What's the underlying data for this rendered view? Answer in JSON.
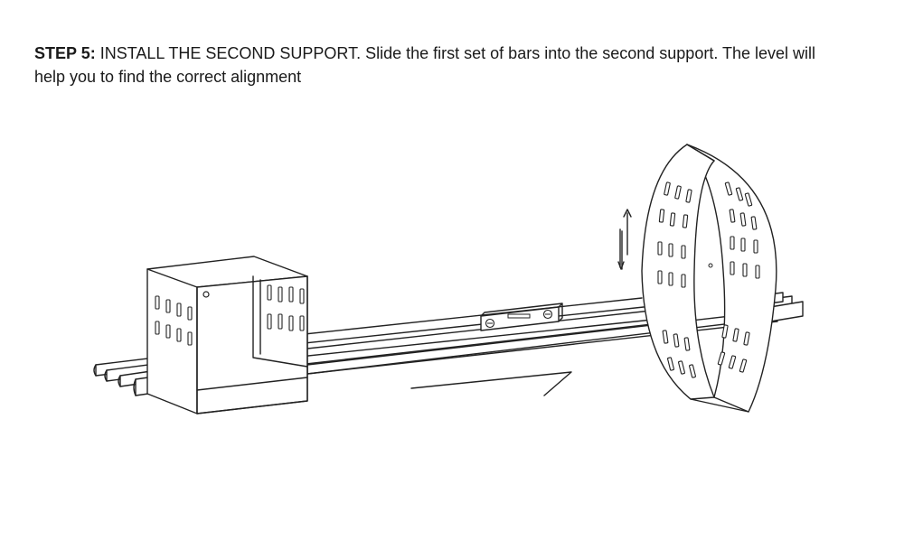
{
  "instruction": {
    "step_label": "STEP 5:",
    "text": " INSTALL THE SECOND SUPPORT. Slide the first set of bars into the second support. The level will help you to find the correct alignment"
  },
  "illustration": {
    "parts": [
      "first-support",
      "bars",
      "spirit-level",
      "second-support",
      "vertical-adjust-arrow"
    ],
    "icons": [
      "double-arrow-icon"
    ]
  }
}
